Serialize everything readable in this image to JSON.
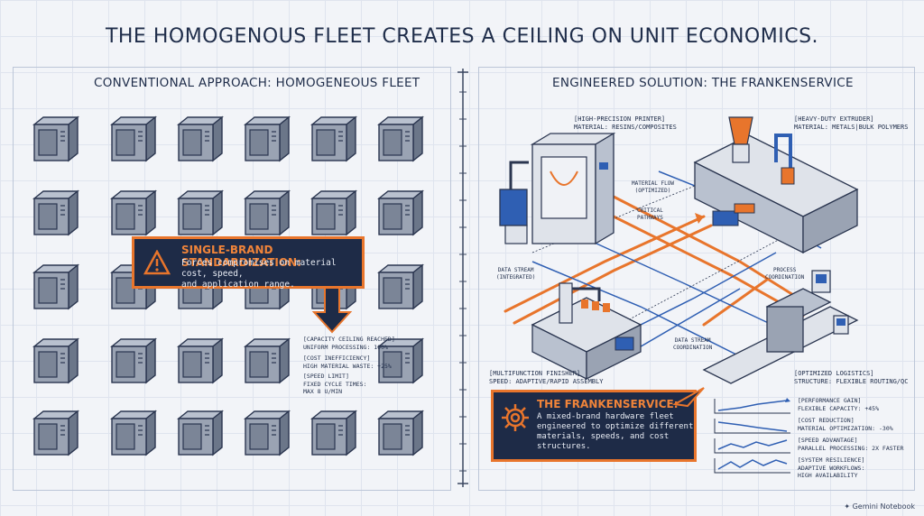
{
  "title": "THE HOMOGENOUS FLEET CREATES A CEILING ON UNIT ECONOMICS.",
  "left": {
    "heading": "CONVENTIONAL APPROACH: HOMOGENEOUS FLEET",
    "callout": {
      "title": "SINGLE-BRAND STANDARDIZATION:",
      "body": [
        "Forces compromises on material cost, speed,",
        "and application range."
      ],
      "icon": "warning-icon"
    },
    "stats": [
      {
        "title": "[CAPACITY CEILING REACHED]",
        "lines": [
          "UNIFORM PROCESSING: 100%"
        ]
      },
      {
        "title": "[COST INEFFICIENCY]",
        "lines": [
          "HIGH MATERIAL WASTE: +25%"
        ]
      },
      {
        "title": "[SPEED LIMIT]",
        "lines": [
          "FIXED CYCLE TIMES:",
          "MAX 8 U/MIN"
        ]
      }
    ]
  },
  "right": {
    "heading": "ENGINEERED SOLUTION: THE FRANKENSERVICE",
    "machines": [
      {
        "title": "[HIGH-PRECISION PRINTER]",
        "sub": "MATERIAL: RESINS/COMPOSITES"
      },
      {
        "title": "[HEAVY-DUTY EXTRUDER]",
        "sub": "MATERIAL: METALS|BULK POLYMERS"
      },
      {
        "title": "[MULTIFUNCTION FINISHER]",
        "sub": "SPEED: ADAPTIVE/RAPID ASSEMBLY"
      },
      {
        "title": "[OPTIMIZED LOGISTICS]",
        "sub": "STRUCTURE: FLEXIBLE ROUTING/QC"
      }
    ],
    "flow_labels": {
      "material_flow": [
        "MATERIAL FLOW",
        "(OPTIMIZED)"
      ],
      "critical": [
        "CRITICAL",
        "PATHWAYS"
      ],
      "data_stream": [
        "DATA STREAM",
        "(INTEGRATED)"
      ],
      "process": [
        "PROCESS",
        "COORDINATION"
      ],
      "data_coord": [
        "DATA STREAM",
        "COORDINATION"
      ]
    },
    "callout": {
      "title": "THE FRANKENSERVICE:",
      "body": [
        "A mixed-brand hardware fleet",
        "engineered to optimize different",
        "materials, speeds, and cost",
        "structures."
      ],
      "icon": "gear-icon"
    },
    "stats": [
      {
        "title": "[PERFORMANCE GAIN]",
        "lines": [
          "FLEXIBLE CAPACITY: +45%"
        ]
      },
      {
        "title": "[COST REDUCTION]",
        "lines": [
          "MATERIAL OPTIMIZATION: -30%"
        ]
      },
      {
        "title": "[SPEED ADVANTAGE]",
        "lines": [
          "PARALLEL PROCESSING: 2X FASTER"
        ]
      },
      {
        "title": "[SYSTEM RESILIENCE]",
        "lines": [
          "ADAPTIVE WORKFLOWS:",
          "HIGH AVAILABILITY"
        ]
      }
    ]
  },
  "watermark": "Gemini Notebook",
  "colors": {
    "navy": "#1e2b47",
    "orange": "#e8752c",
    "blue": "#2f5fb3",
    "gray": "#8a93a3"
  }
}
